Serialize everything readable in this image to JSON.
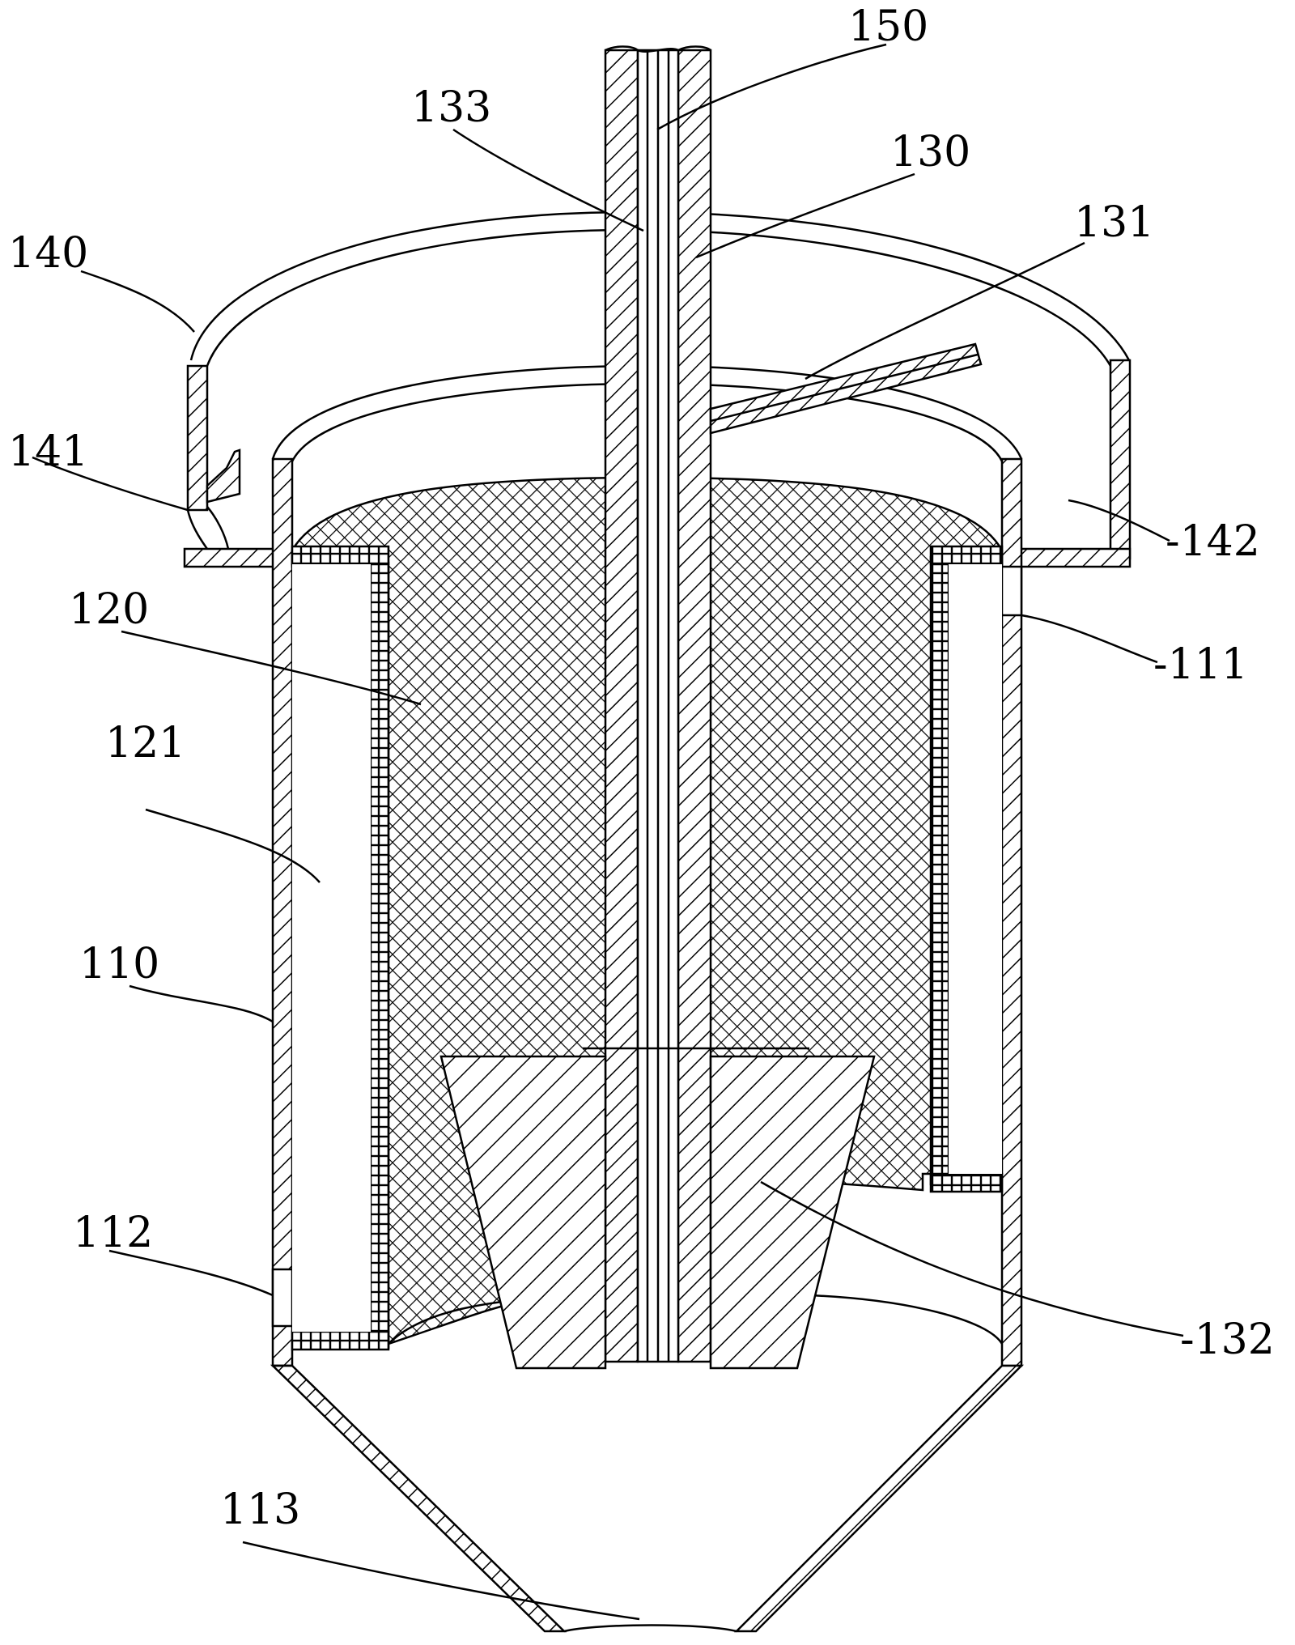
{
  "labels": {
    "l150": "150",
    "l133": "133",
    "l130": "130",
    "l131": "131",
    "l140": "140",
    "l141": "141",
    "l142": "-142",
    "l111": "-111",
    "l120": "120",
    "l121": "121",
    "l110": "110",
    "l112": "112",
    "l132": "-132",
    "l113": "113"
  }
}
